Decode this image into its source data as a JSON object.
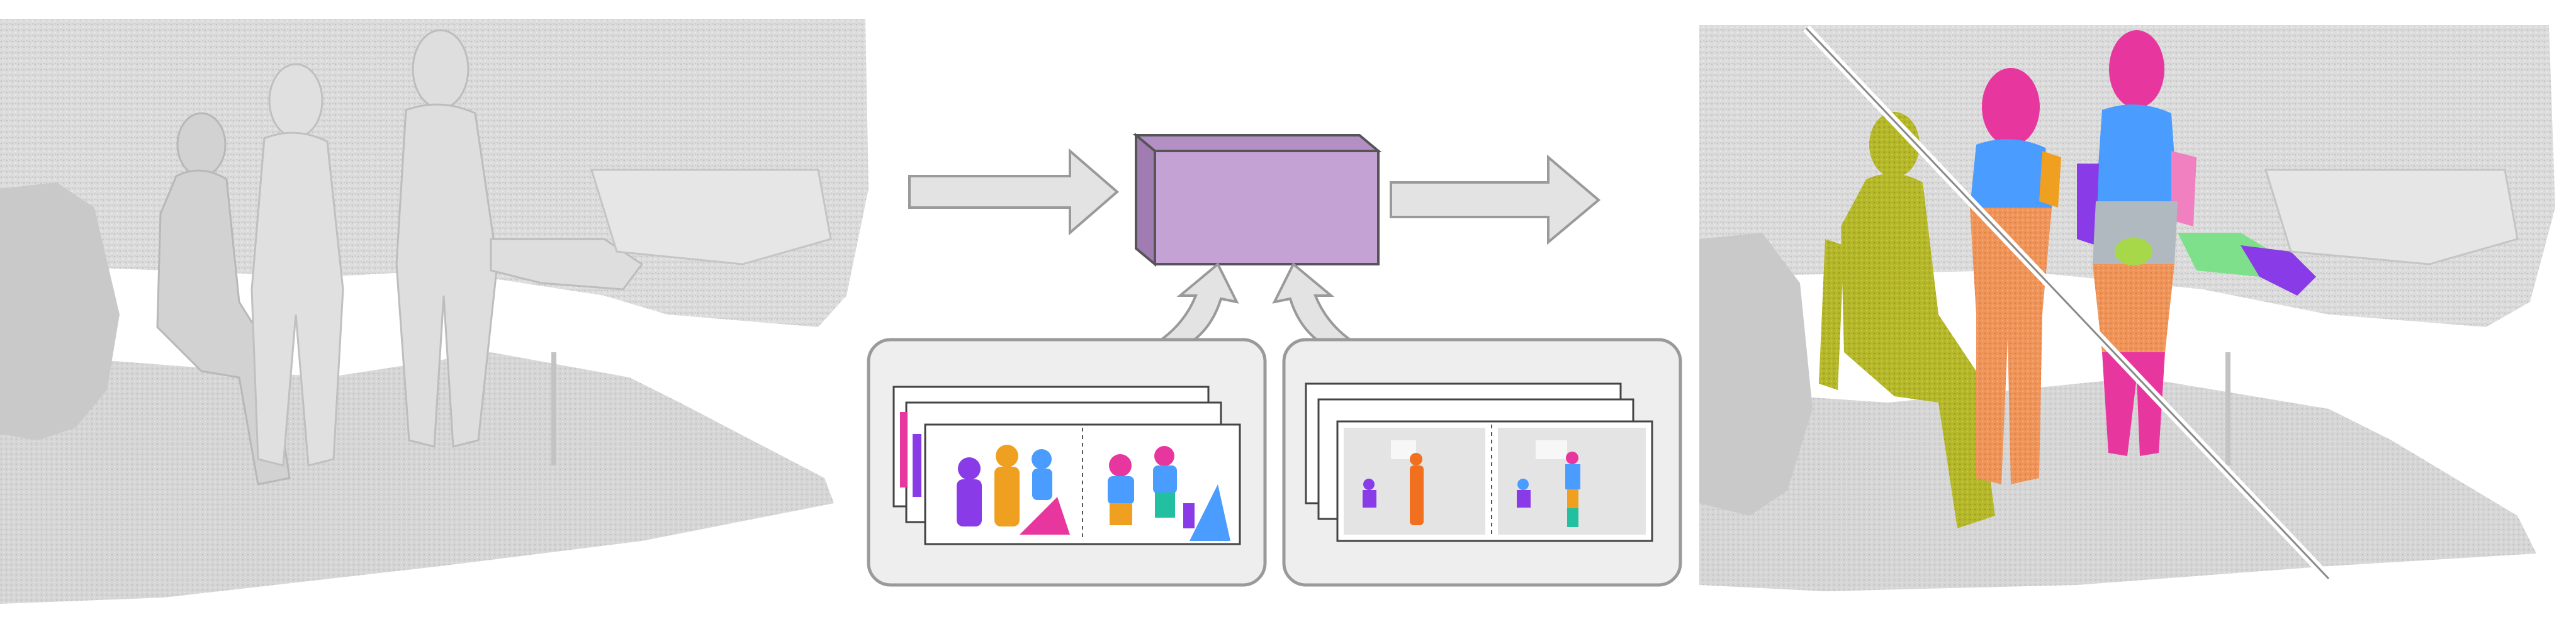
{
  "figure": {
    "panels": [
      {
        "name": "input-point-cloud",
        "description_icon": "grayscale-3d-point-cloud-scene-icon"
      },
      {
        "name": "segmentation-model",
        "description_icon": "purple-3d-box-icon"
      },
      {
        "name": "output-segmentation",
        "description_icon": "colored-segmented-point-cloud-icon"
      }
    ],
    "inputs": [
      {
        "name": "synthetic-training-data",
        "icon": "colored-synthetic-humans-icon"
      },
      {
        "name": "real-training-data",
        "icon": "sparse-annotated-humans-icon"
      }
    ],
    "colors": {
      "model_box": "#c4a3d4",
      "arrow_fill": "#e3e3e3",
      "arrow_stroke": "#9a9a9a",
      "panel_bg": "#eeeeee",
      "human_instance_1": "#b5b82a",
      "human_instance_2": "#f0955a",
      "human_instance_3": "#f0955a",
      "part_head": "#e8369f",
      "part_torso": "#4a9cff",
      "part_arm": "#8a3be8"
    }
  }
}
